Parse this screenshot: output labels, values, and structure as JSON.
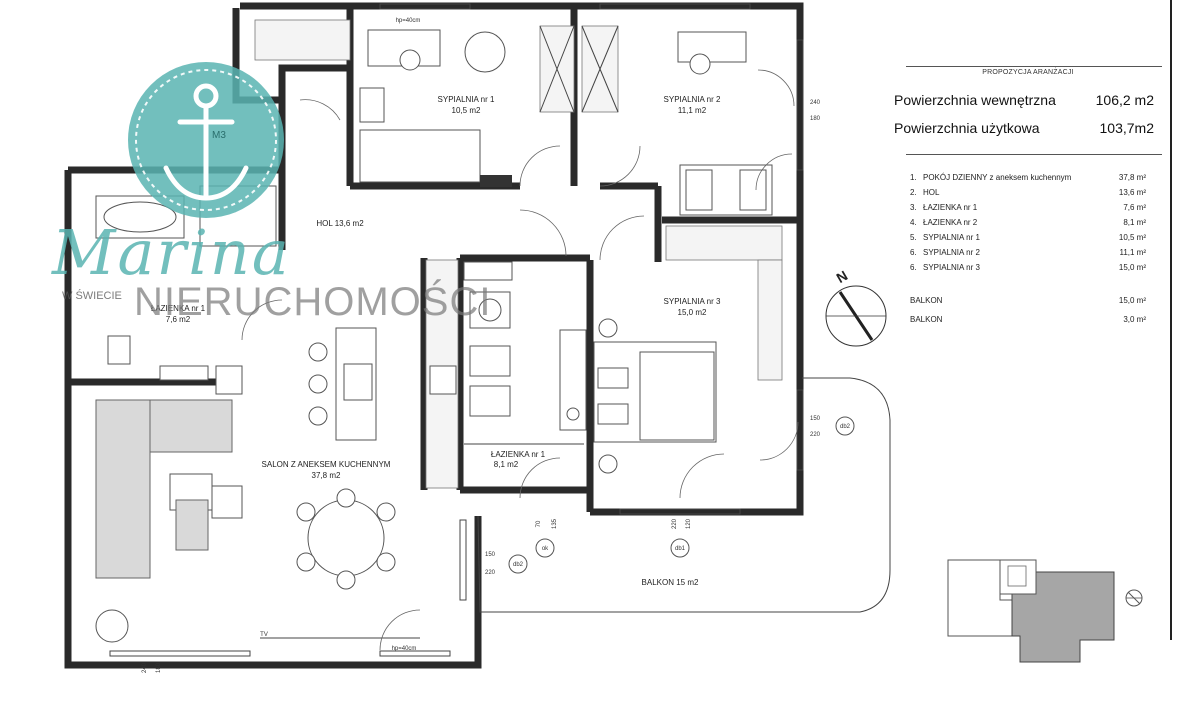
{
  "panel": {
    "title": "PROPOZYCJA ARANŻACJI",
    "areas": [
      {
        "label": "Powierzchnia wewnętrzna",
        "value": "106,2 m2"
      },
      {
        "label": "Powierzchnia użytkowa",
        "value": "103,7m2"
      }
    ],
    "rooms": [
      {
        "num": "1.",
        "name": "POKÓJ DZIENNY z aneksem kuchennym",
        "area": "37,8 m²"
      },
      {
        "num": "2.",
        "name": "HOL",
        "area": "13,6 m²"
      },
      {
        "num": "3.",
        "name": "ŁAZIENKA nr 1",
        "area": "7,6 m²"
      },
      {
        "num": "4.",
        "name": "ŁAZIENKA nr 2",
        "area": "8,1 m²"
      },
      {
        "num": "5.",
        "name": "SYPIALNIA nr 1",
        "area": "10,5 m²"
      },
      {
        "num": "6.",
        "name": "SYPIALNIA nr 2",
        "area": "11,1 m²"
      },
      {
        "num": "6.",
        "name": "SYPIALNIA nr 3",
        "area": "15,0 m²"
      }
    ],
    "balconies": [
      {
        "name": "BALKON",
        "area": "15,0 m²"
      },
      {
        "name": "BALKON",
        "area": "3,0 m²"
      }
    ]
  },
  "plan": {
    "rooms": {
      "bed1_name": "SYPIALNIA nr 1",
      "bed1_area": "10,5 m2",
      "bed2_name": "SYPIALNIA nr 2",
      "bed2_area": "11,1 m2",
      "bed3_name": "SYPIALNIA nr 3",
      "bed3_area": "15,0 m2",
      "hol": "HOL 13,6 m2",
      "bath1_name": "ŁAZIENKA nr 1",
      "bath1_area": "7,6 m2",
      "bath2_name": "ŁAZIENKA nr 1",
      "bath2_area": "8,1 m2",
      "salon_name": "SALON Z ANEKSEM KUCHENNYM",
      "salon_area": "37,8 m2",
      "balcony": "BALKON 15 m2"
    },
    "dims": {
      "d240": "240",
      "d180": "180",
      "d150a": "150",
      "d220a": "220",
      "d150b": "150",
      "d220b": "220",
      "d70": "70",
      "d135": "135",
      "d220c": "220",
      "d120": "120",
      "d240b": "240",
      "d180b": "180",
      "hp": "hp=40cm",
      "hp2": "hp=40cm",
      "tv": "TV",
      "m3": "M3"
    },
    "tags": {
      "db2a": "db2",
      "db2b": "db2",
      "db1": "db1",
      "ok": "ok"
    },
    "compass": "N"
  },
  "watermark": {
    "brand": "Marina",
    "tag1": "W ŚWIECIE",
    "tag2": "NIERUCHOMOŚCI"
  },
  "colors": {
    "watermark": "#59b4b2",
    "wall": "#2a2a2a",
    "key_plan_fill": "#a6a6a6"
  }
}
